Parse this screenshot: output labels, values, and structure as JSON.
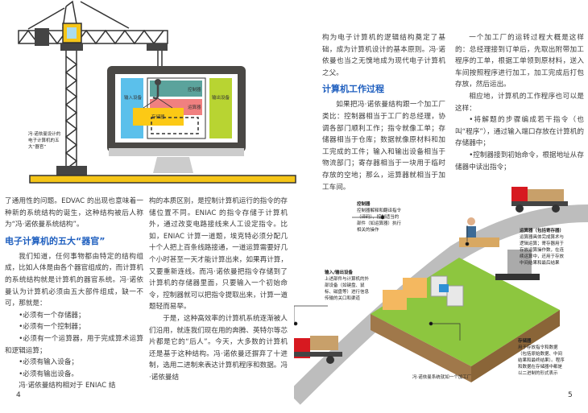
{
  "left_page": {
    "page_number": "4",
    "illustration": {
      "caption": "冯·诺依曼设计的电子计算机的五大“器官”",
      "labels": {
        "input": "输入设备",
        "control": "控制器",
        "alu": "运算器",
        "memory": "存储器",
        "output": "输出设备"
      }
    },
    "col1": {
      "intro": "了通用性的问题。EDVAC 的出现也意味着一种新的系统结构的诞生，这种结构被后人称为“冯·诺依曼系统结构”。",
      "heading": "电子计算机的五大“器官”",
      "para": "我们知道，任何事物都由特定的结构组成，比如人体是由各个器官组成的，而计算机的系统结构就是计算机的器官系统。冯·诺依曼认为计算机必须由五大部件组成，缺一不可，那就是：",
      "bullets": [
        "•必须有一个存储器；",
        "•必须有一个控制器；",
        "•必须有一个运算器，用于完成算术运算和逻辑运算；",
        "•必须有输入设备；",
        "•必须有输出设备。"
      ],
      "tail": "冯·诺依曼结构相对于 ENIAC 结"
    },
    "col2": {
      "para1": "构的本质区别，是控制计算机运行的指令的存储位置不同。ENIAC 的指令存储于计算机外，通过改变电路接线来人工设定指令。比如，ENIAC 计算一道题，埃克特必须分配几十个人把上百条线路接通，一道运算需要好几个小时甚至一天才能计算出来，如果再计算，又要重新连线。而冯·诺依曼把指令存储到了计算机的存储器里面，只要输入一个初始命令，控制器就可以把指令提取出来，计算一道题轻而易举。",
      "para2": "于是，这种高效率的计算机系统逐渐被人们沿用，就连我们现在用的奔腾、英特尔等芯片都是它的“后人”。今天，大多数的计算机还是基于这种结构。冯·诺依曼还摒弃了十进制，选用二进制来表达计算机程序和数据。冯·诺依曼结"
    }
  },
  "right_page": {
    "page_number": "5",
    "col1": {
      "intro": "构为电子计算机的逻辑结构奠定了基础，成为计算机设计的基本原则。冯·诺依曼也当之无愧地成为现代电子计算机之父。",
      "heading": "计算机工作过程",
      "para": "如果把冯·诺依曼结构跟一个加工厂类比：控制器相当于工厂的总经理，协调各部门顺利工作；指令就像工单；存储器相当于仓库；数据就像原材料和加工完成的工件；输入和输出设备相当于物流部门；寄存器相当于一块用于临时存放的空地；那么，运算器就相当于加工车间。"
    },
    "col2": {
      "para1": "一个加工厂的运转过程大概是这样的：总经理接到订单后，先取出附带加工程序的工单，根据工单领到原材料，送入车间按照程序进行加工，加工完成后打包存放，然后运出。",
      "para2": "相应地，计算机的工作程序也可以是这样：",
      "bullets": [
        "•将解题的步骤编成若干指令（也叫“程序”），通过输入端口存放在计算机的存储器中；",
        "•控制器接到初始命令，根据地址从存储器中读出指令；"
      ]
    },
    "illustration": {
      "caption": "冯·诺依曼系统就如一个加工厂",
      "annotations": {
        "controller": {
          "title": "控制器",
          "text": "控制器解释和翻译指令（译码），控制适当的部件（如运算器）执行相关的操作"
        },
        "alu": {
          "title": "运算器（包括寄存器）",
          "text": "运算器具体完成算术与逻辑运算；寄存器用于存放运算操作数，在连续运算中，还用于存放中间结果和最后结果"
        },
        "io": {
          "title": "输入/输出设备",
          "text": "上述部件与计算机的外部设备（如键盘、鼠标、磁盘等）进行信息传输的关口和渠道"
        },
        "memory": {
          "title": "存储器",
          "text": "用于存放指令和数据（包括原始数据、中间结果和最终结果）。程序和数据在存储器中都是以二进制的形式表示"
        }
      }
    }
  }
}
